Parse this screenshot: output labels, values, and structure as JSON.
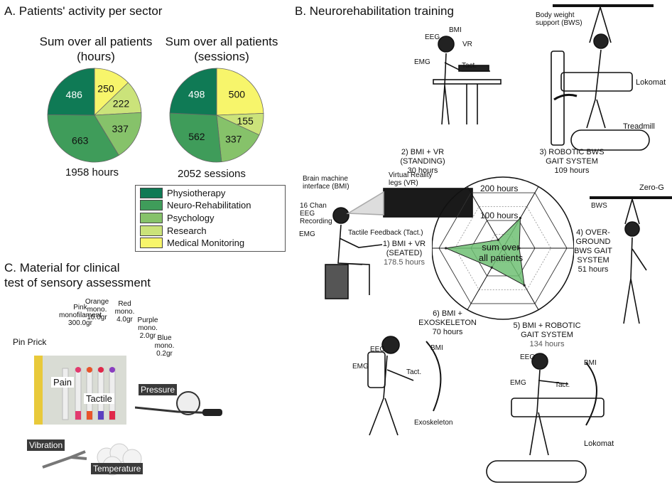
{
  "panel_a": {
    "title": "A. Patients' activity per sector",
    "pie_hours": {
      "sub1": "Sum over all patients",
      "sub2": "(hours)",
      "total": "1958 hours"
    },
    "pie_sessions": {
      "sub1": "Sum over all patients",
      "sub2": "(sessions)",
      "total": "2052 sessions"
    }
  },
  "legend": [
    {
      "label": "Physiotherapy",
      "color": "#0f7a55"
    },
    {
      "label": "Neuro-Rehabilitation",
      "color": "#3f9c5a"
    },
    {
      "label": "Psychology",
      "color": "#86c26a"
    },
    {
      "label": "Research",
      "color": "#cbe37a"
    },
    {
      "label": "Medical Monitoring",
      "color": "#f7f56b"
    }
  ],
  "chart_data": [
    {
      "type": "pie",
      "title": "Sum over all patients (hours)",
      "categories": [
        "Physiotherapy",
        "Neuro-Rehabilitation",
        "Psychology",
        "Research",
        "Medical Monitoring"
      ],
      "values": [
        486,
        663,
        337,
        222,
        250
      ],
      "total_label": "1958 hours"
    },
    {
      "type": "pie",
      "title": "Sum over all patients (sessions)",
      "categories": [
        "Physiotherapy",
        "Neuro-Rehabilitation",
        "Psychology",
        "Research",
        "Medical Monitoring"
      ],
      "values": [
        498,
        562,
        337,
        155,
        500
      ],
      "total_label": "2052 sessions"
    },
    {
      "type": "radar",
      "title": "sum over all patients",
      "categories": [
        "1) BMI + VR (SEATED)",
        "2) BMI + VR (STANDING)",
        "3) ROBOTIC BWS GAIT SYSTEM",
        "4) OVER-GROUND BWS GAIT SYSTEM",
        "5) BMI + ROBOTIC GAIT SYSTEM",
        "6) BMI + EXOSKELETON"
      ],
      "values": [
        178.5,
        30,
        109,
        51,
        134,
        70
      ],
      "unit": "hours",
      "ring_labels": [
        "100 hours",
        "200 hours"
      ],
      "rmax": 200
    }
  ],
  "panel_b": {
    "title": "B. Neurorehabilitation training",
    "radar_center": [
      "sum over",
      "all patients"
    ],
    "ring_100": "100 hours",
    "ring_200": "200 hours",
    "t1": {
      "l1": "1) BMI + VR",
      "l2": "(SEATED)",
      "hours": "178.5 hours"
    },
    "t2": {
      "l1": "2) BMI + VR",
      "l2": "(STANDING)",
      "hours": "30 hours"
    },
    "t3": {
      "l1": "3) ROBOTIC BWS",
      "l2": "GAIT SYSTEM",
      "hours": "109 hours"
    },
    "t4": {
      "l1": "4) OVER-",
      "l2": "GROUND",
      "l3": "BWS GAIT",
      "l4": "SYSTEM",
      "hours": "51 hours"
    },
    "t5": {
      "l1": "5) BMI + ROBOTIC",
      "l2": "GAIT SYSTEM",
      "hours": "134 hours"
    },
    "t6": {
      "l1": "6) BMI +",
      "l2": "EXOSKELETON",
      "hours": "70 hours"
    },
    "labels": {
      "bmi": "BMI",
      "eeg": "EEG",
      "vr": "VR",
      "emg": "EMG",
      "tact": "Tact.",
      "bws": "Body weight",
      "bws2": "support (BWS)",
      "lokomat": "Lokomat",
      "treadmill": "Treadmill",
      "zerog": "Zero-G",
      "bws_short": "BWS",
      "bmi_long1": "Brain machine",
      "bmi_long2": "interface (BMI)",
      "vr_long1": "Virtual Reality",
      "vr_long2": "legs (VR)",
      "eeg_long1": "16 Chan",
      "eeg_long2": "EEG",
      "eeg_long3": "Recording",
      "tact_long": "Tactile Feedback (Tact.)",
      "exoskeleton": "Exoskeleton"
    }
  },
  "panel_c": {
    "title1": "C. Material for clinical",
    "title2": "test of sensory assessment",
    "pink1": "Pink",
    "pink2": "monofilament",
    "pink3": "300.0gr",
    "orange1": "Orange",
    "orange2": "mono.",
    "orange3": "10.0gr",
    "red1": "Red",
    "red2": "mono.",
    "red3": "4.0gr",
    "purple1": "Purple",
    "purple2": "mono.",
    "purple3": "2.0gr",
    "blue1": "Blue",
    "blue2": "mono.",
    "blue3": "0.2gr",
    "pin_prick": "Pin Prick",
    "pain": "Pain",
    "tactile": "Tactile",
    "pressure": "Pressure",
    "vibration": "Vibration",
    "temperature": "Temperature"
  }
}
